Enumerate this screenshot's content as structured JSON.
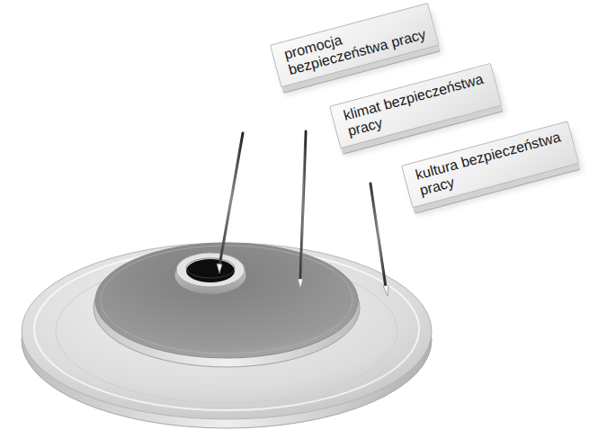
{
  "diagram": {
    "nodes": [
      {
        "text": [
          "promocja bezpieczeństwa pracy"
        ]
      },
      {
        "text": [
          "klimat bezpieczeństwa pracy"
        ]
      },
      {
        "text": [
          "kultura bezpieczeństwa pracy"
        ]
      }
    ]
  }
}
